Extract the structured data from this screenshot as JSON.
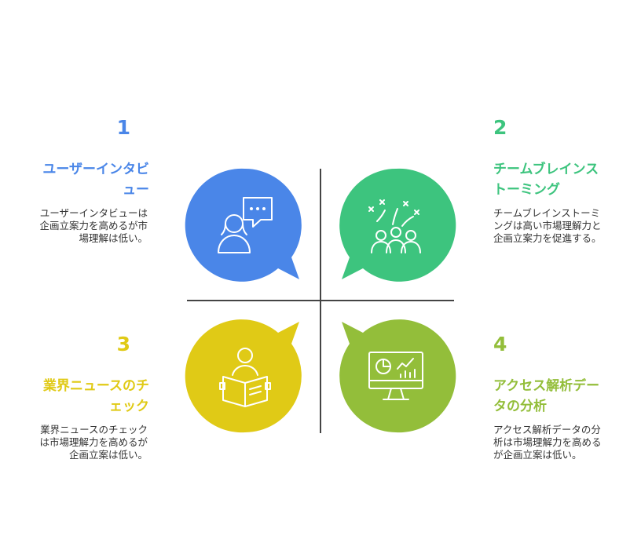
{
  "colors": {
    "q1": "#4A86E8",
    "q2": "#3DC47E",
    "q3": "#E0CA16",
    "q4": "#93BE3A",
    "divider": "#444444",
    "icon": "#ffffff"
  },
  "quadrants": [
    {
      "number": "1",
      "title": "ユーザーインタビュー",
      "description": "ユーザーインタビューは企画立案力を高めるが市場理解は低い。",
      "icon": "person-speech-bubble-icon"
    },
    {
      "number": "2",
      "title": "チームブレインストーミング",
      "description": "チームブレインストーミングは高い市場理解力と企画立案力を促進する。",
      "icon": "team-brainstorm-icon"
    },
    {
      "number": "3",
      "title": "業界ニュースのチェック",
      "description": "業界ニュースのチェックは市場理解力を高めるが企画立案は低い。",
      "icon": "person-reading-icon"
    },
    {
      "number": "4",
      "title": "アクセス解析データの分析",
      "description": "アクセス解析データの分析は市場理解力を高めるが企画立案は低い。",
      "icon": "analytics-monitor-icon"
    }
  ]
}
